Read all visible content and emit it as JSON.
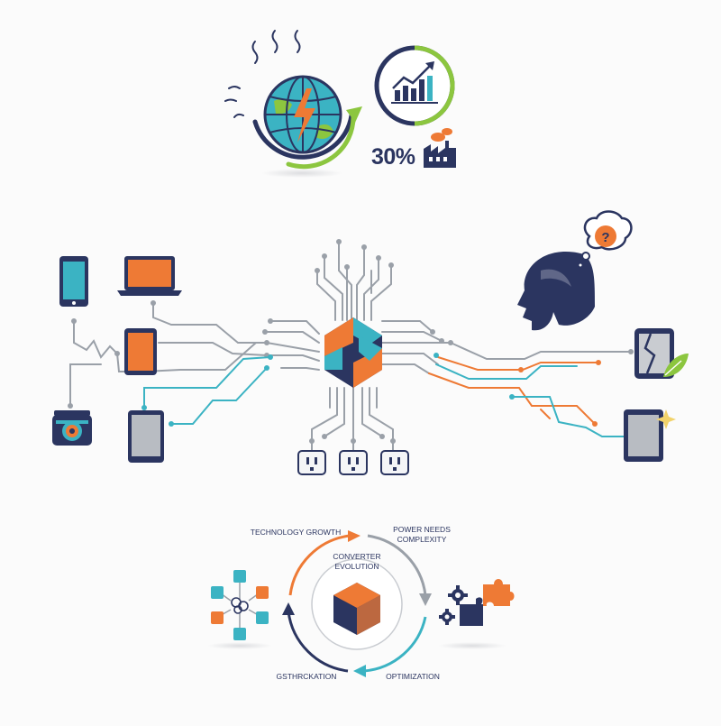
{
  "colors": {
    "navy": "#2b3560",
    "orange": "#ee7a35",
    "teal": "#3bb3c3",
    "green": "#8cc63f",
    "gray": "#9aa0a8"
  },
  "top": {
    "stat_text": "30%",
    "icons": [
      "globe-energy-icon",
      "growth-chart-icon",
      "factory-icon"
    ]
  },
  "middle": {
    "question_mark": "?",
    "devices": [
      "smartphone-icon",
      "laptop-icon",
      "tablet-icon",
      "camera-icon",
      "tablet-icon",
      "broken-phone-icon",
      "tablet-icon"
    ]
  },
  "cycle": {
    "center_line1": "CONVERTER",
    "center_line2": "EVOLUTION",
    "label_top_left": "TECHNOLOGY GROWTH",
    "label_top_right_line1": "POWER NEEDS",
    "label_top_right_line2": "COMPLEXITY",
    "label_bottom_left": "GSTHRCKATION",
    "label_bottom_right": "OPTIMIZATION"
  }
}
